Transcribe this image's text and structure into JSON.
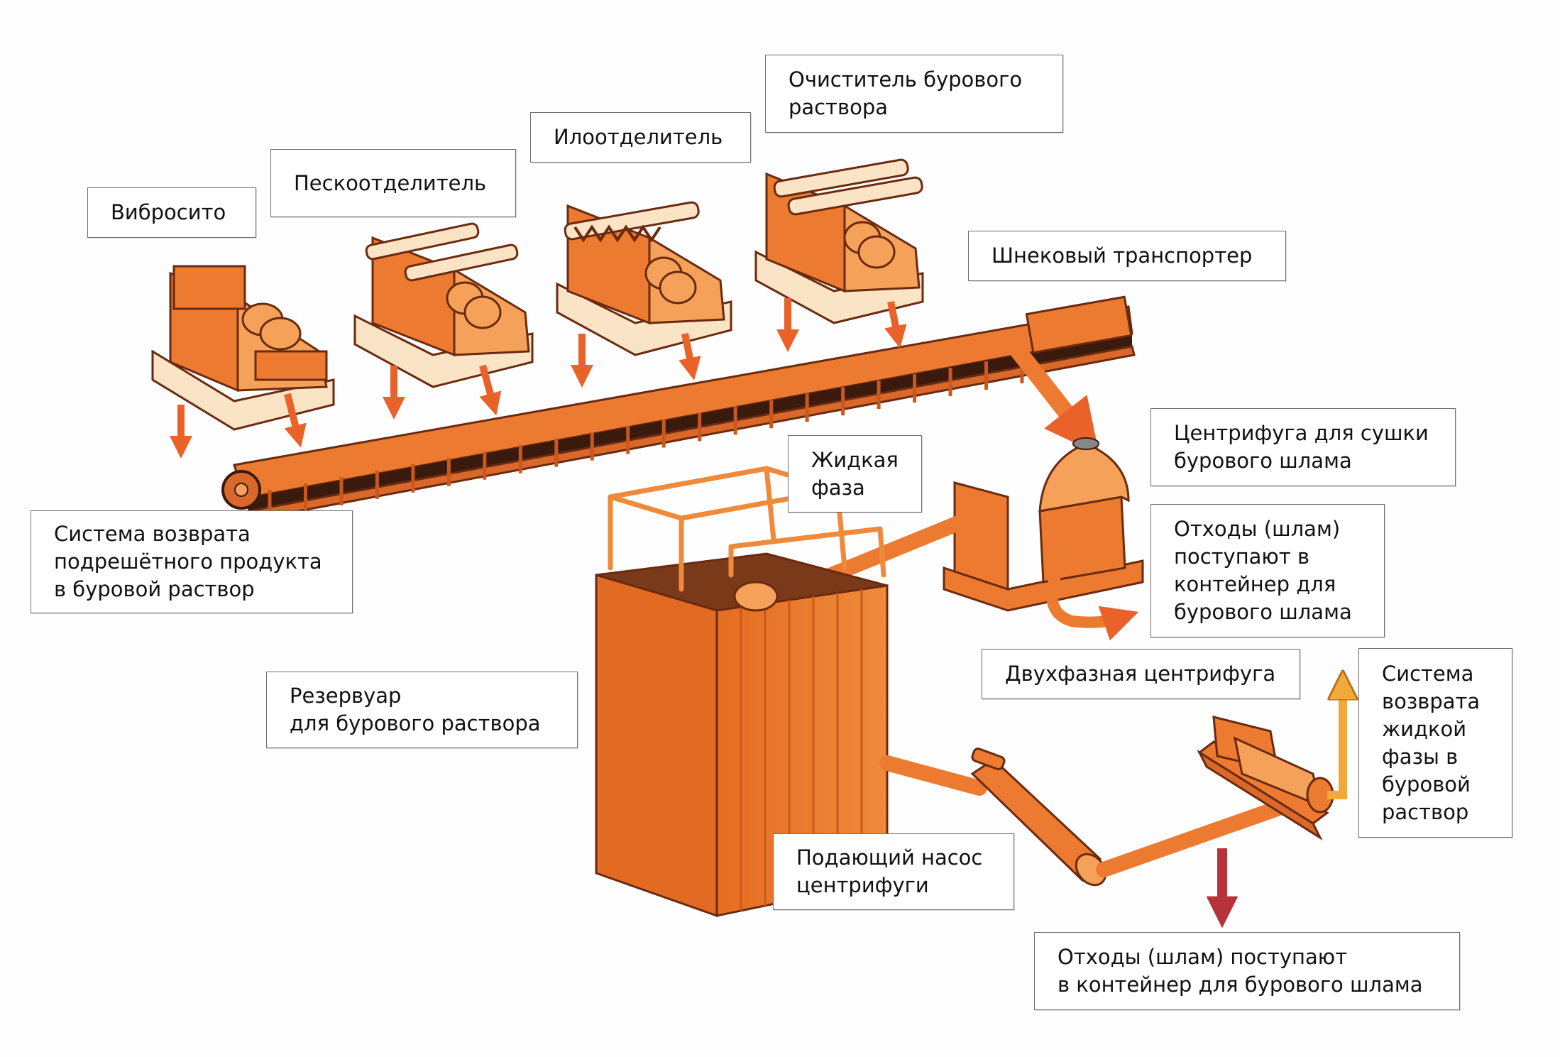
{
  "diagram": {
    "title": "",
    "colors": {
      "equipment": "#ec7a30",
      "equipment_outline": "#6a2a10",
      "flow_arrow": "#e8622a",
      "return_arrow": "#f2a93b",
      "waste_arrow": "#b8323a",
      "label_border": "#6e6e6e",
      "background": "#fefefe"
    },
    "equipment": [
      {
        "id": "shale-shaker",
        "label_lines": [
          "Вибросито"
        ]
      },
      {
        "id": "desander",
        "label_lines": [
          "Пескоотделитель"
        ]
      },
      {
        "id": "desilter",
        "label_lines": [
          "Илоотделитель"
        ]
      },
      {
        "id": "mud-cleaner",
        "label_lines": [
          "Очиститель бурового",
          "раствора"
        ]
      },
      {
        "id": "screw-conveyor",
        "label_lines": [
          "Шнековый транспортер"
        ]
      },
      {
        "id": "underflow-return",
        "label_lines": [
          "Система возврата",
          "подрешётного продукта",
          "в буровой раствор"
        ]
      },
      {
        "id": "mud-tank",
        "label_lines": [
          "Резервуар",
          "для бурового раствора"
        ]
      },
      {
        "id": "liquid-phase",
        "label_lines": [
          "Жидкая",
          "фаза"
        ]
      },
      {
        "id": "cuttings-dryer",
        "label_lines": [
          "Центрифуга для сушки",
          "бурового шлама"
        ]
      },
      {
        "id": "dryer-waste",
        "label_lines": [
          "Отходы (шлам)",
          "поступают в",
          "контейнер для",
          "бурового шлама"
        ]
      },
      {
        "id": "decanter",
        "label_lines": [
          "Двухфазная центрифуга"
        ]
      },
      {
        "id": "liquid-return",
        "label_lines": [
          "Система",
          "возврата",
          "жидкой",
          "фазы в",
          "буровой",
          "раствор"
        ]
      },
      {
        "id": "feed-pump",
        "label_lines": [
          "Подающий насос",
          "центрифуги"
        ]
      },
      {
        "id": "decanter-waste",
        "label_lines": [
          "Отходы (шлам) поступают",
          "в контейнер для бурового шлама"
        ]
      }
    ]
  }
}
